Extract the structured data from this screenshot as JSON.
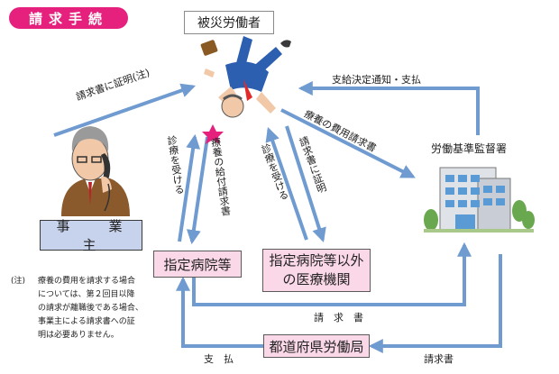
{
  "title": "請求手続",
  "nodes": {
    "worker": "被災労働者",
    "employer": "事　業　主",
    "designated_hospital": "指定病院等",
    "other_hospital_line1": "指定病院等以外",
    "other_hospital_line2": "の医療機関",
    "prefectural_bureau": "都道府県労働局",
    "labor_office": "労働基準監督署"
  },
  "edges": {
    "employer_to_worker": "請求書に証明(注)",
    "office_to_worker": "支給決定通知・支払",
    "worker_to_office": "療養の費用請求書",
    "designated_to_worker": "診療を受ける",
    "worker_to_designated": "療養の給付請求書",
    "other_to_worker": "診療を受ける",
    "worker_to_other": "請求書に証明",
    "designated_to_bureau": "請　求　書",
    "bureau_to_designated": "支　払",
    "office_to_bureau": "請求書"
  },
  "note": {
    "mark": "(注)",
    "text": "療養の費用を請求する場合\nについては、第２回目以降\nの請求が離職後である場合、\n事業主による請求書への証\n明は必要ありません。"
  },
  "colors": {
    "arrow": "#6f9bd1",
    "badge": "#e5207d",
    "pink_box": "#fbd8e8",
    "blue_box": "#c7d3ec"
  },
  "icons": [
    "falling-worker-illustration",
    "phone-man-illustration",
    "building-illustration",
    "injury-star-icon",
    "briefcase-icon",
    "shoe-icon"
  ]
}
